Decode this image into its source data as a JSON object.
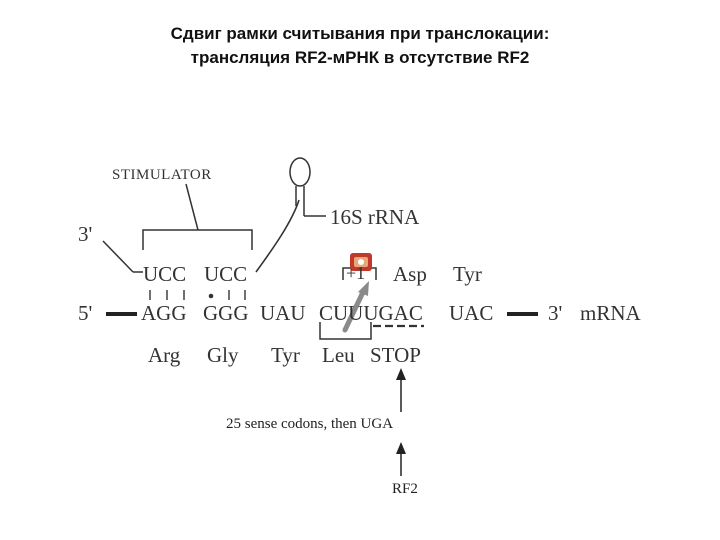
{
  "title": {
    "line1": "Сдвиг рамки считывания при транслокации:",
    "line2": "трансляция RF2-мРНК в отсутствие RF2"
  },
  "diagram": {
    "stimulator_label": "STIMULATOR",
    "rrna_end_label": "3'",
    "rrna_label": "16S rRNA",
    "rrna_codons": [
      "UCC",
      "UCC"
    ],
    "mrna_5_label": "5'",
    "mrna_sequence": [
      "AGG",
      "GGG",
      "UAU",
      "CUUUGAC",
      "UAC"
    ],
    "mrna_3_label": "3'",
    "mrna_label": "mRNA",
    "frame_plus1_label": "+1",
    "shifted_amino_acids": [
      "Asp",
      "Tyr"
    ],
    "amino_acids": [
      "Arg",
      "Gly",
      "Tyr",
      "Leu",
      "STOP"
    ],
    "annotation": "25 sense codons, then UGA",
    "factor_label": "RF2",
    "icon": "ribosome-shift-icon",
    "colors": {
      "icon_red": "#c0392b",
      "arrow_gray": "#8a8a8a"
    }
  }
}
